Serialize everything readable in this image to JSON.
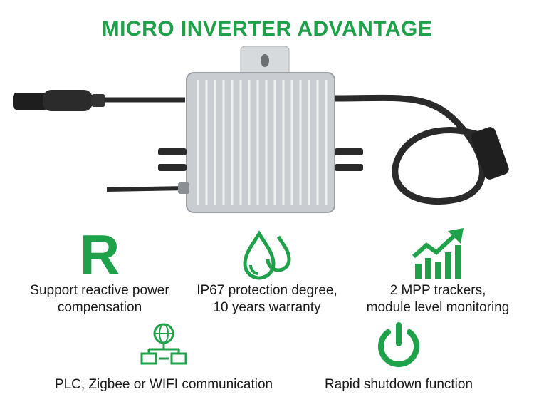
{
  "title": "MICRO INVERTER ADVANTAGE",
  "colors": {
    "accent": "#1fa14a",
    "text": "#1a1a1a",
    "housing": "#c9cdd1",
    "cable": "#2a2a2a"
  },
  "features": [
    {
      "icon": "r-letter-icon",
      "glyph": "R",
      "caption_line1": "Support reactive power",
      "caption_line2": "compensation"
    },
    {
      "icon": "water-drops-icon",
      "caption_line1": "IP67 protection degree,",
      "caption_line2": "10 years warranty"
    },
    {
      "icon": "growth-chart-icon",
      "caption_line1": "2 MPP trackers,",
      "caption_line2": "module level monitoring"
    },
    {
      "icon": "network-globe-icon",
      "caption_line1": "PLC, Zigbee or WIFI communication"
    },
    {
      "icon": "power-icon",
      "caption_line1": "Rapid shutdown function"
    }
  ]
}
